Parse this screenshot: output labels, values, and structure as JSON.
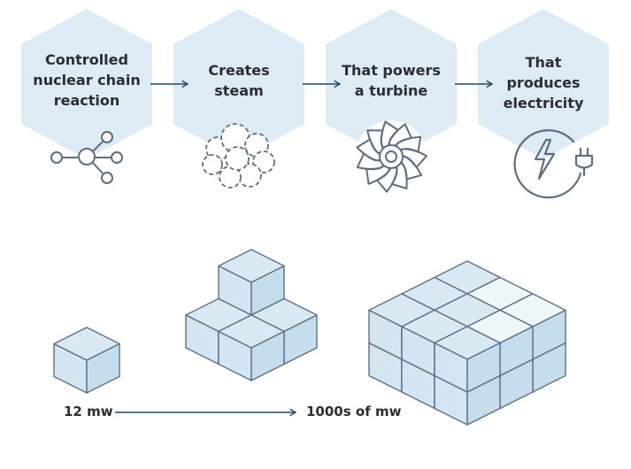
{
  "colors": {
    "hex_fill": "#dcebf4",
    "icon_stroke": "#5b6f82",
    "arrow": "#234a63",
    "text": "#2b2d33",
    "cube_top": "#d8e9f3",
    "cube_left": "#d2e5f0",
    "cube_right": "#c6dded",
    "cube_edge": "#5e7084",
    "cube_highlight": "#eef6fa"
  },
  "steps": [
    {
      "lines": [
        "Controlled",
        "nuclear chain",
        "reaction"
      ],
      "icon": "network-nodes-icon"
    },
    {
      "lines": [
        "Creates",
        "steam"
      ],
      "icon": "steam-cloud-icon"
    },
    {
      "lines": [
        "That powers",
        "a turbine"
      ],
      "icon": "turbine-icon"
    },
    {
      "lines": [
        "That",
        "produces",
        "electricity"
      ],
      "icon": "electricity-plug-icon"
    }
  ],
  "scale": {
    "start_label": "12 mw",
    "end_label": "1000s of mw"
  }
}
